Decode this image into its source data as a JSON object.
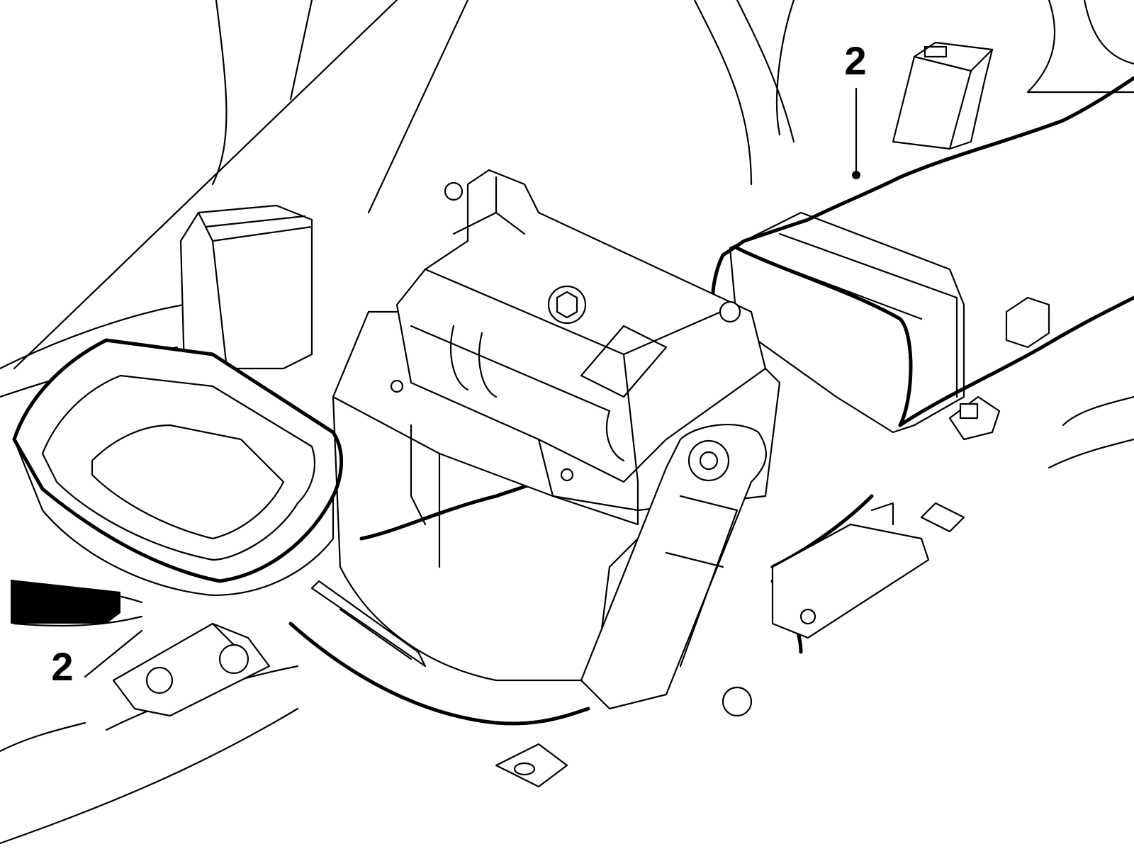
{
  "callouts": [
    {
      "id": "top",
      "label": "2"
    },
    {
      "id": "bottom-left",
      "label": "2"
    }
  ]
}
